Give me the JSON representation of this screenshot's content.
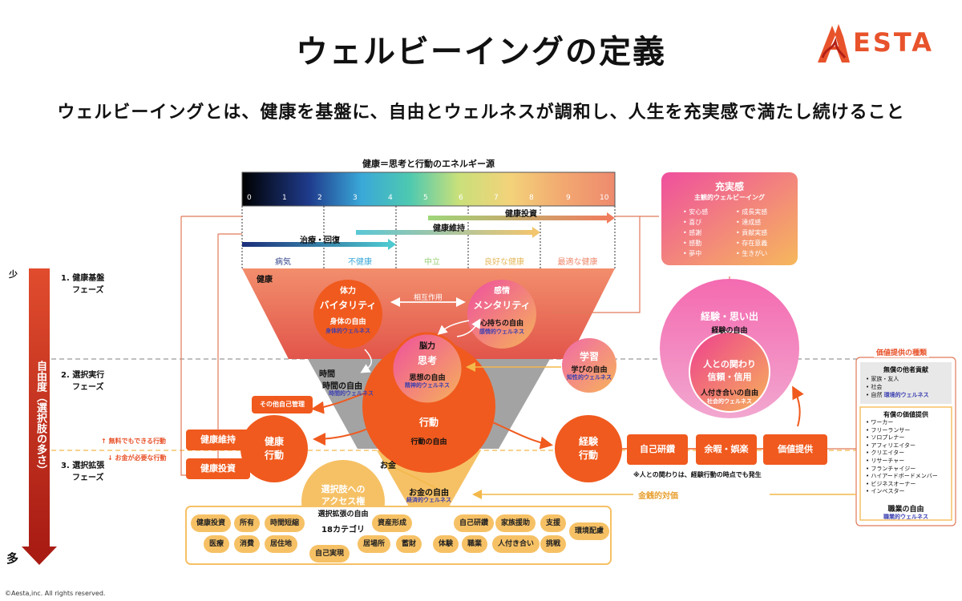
{
  "header": {
    "title": "ウェルビーイングの定義",
    "logo_text": "ESTA",
    "subtitle": "ウェルビーイングとは、健康を基盤に、自由とウェルネスが調和し、人生を充実感で満たし続けること"
  },
  "colors": {
    "accent": "#e8532b",
    "deep_red": "#b32017",
    "orange": "#f05a1e",
    "yellow": "#f6c165",
    "pink": "#ec4f9a",
    "purple": "#7b4fb0"
  },
  "scale": {
    "title": "健康＝思考と行動のエネルギー源",
    "ticks": [
      "0",
      "1",
      "2",
      "3",
      "4",
      "5",
      "6",
      "7",
      "8",
      "9",
      "10"
    ],
    "arrows": {
      "treatment": "治療・回復",
      "maintain": "健康維持",
      "invest": "健康投資"
    },
    "categories": [
      "病気",
      "不健康",
      "中立",
      "良好な健康",
      "最適な健康"
    ]
  },
  "left_axis": {
    "top": "少",
    "bottom": "多",
    "label": "自由度（選択肢の多さ）",
    "phases": [
      {
        "num": "1. 健康基盤",
        "sub": "フェーズ"
      },
      {
        "num": "2. 選択実行",
        "sub": "フェーズ"
      },
      {
        "num": "3. 選択拡張",
        "sub": "フェーズ"
      }
    ]
  },
  "funnel": {
    "health_label": "健康",
    "time_label": "時間",
    "time_free": "時間の自由",
    "time_wellness": "時間的ウェルネス",
    "money_label": "お金",
    "money_free": "お金の自由",
    "money_wellness": "経済的ウェルネス"
  },
  "circles": {
    "vitality": {
      "title": "体力",
      "name": "バイタリティ",
      "free": "身体の自由",
      "wellness": "身体的ウェルネス"
    },
    "mentality": {
      "title": "感情",
      "name": "メンタリティ",
      "free": "心持ちの自由",
      "wellness": "感情的ウェルネス"
    },
    "mutual": "相互作用",
    "brain": {
      "title": "脳力",
      "name": "思考",
      "free": "思想の自由",
      "wellness": "精神的ウェルネス"
    },
    "action": {
      "name": "行動",
      "free": "行動の自由"
    },
    "learning": {
      "name": "学習",
      "free": "学びの自由",
      "wellness": "知性的ウェルネス"
    },
    "health_action": "健康\n行動",
    "experience_action": "経験\n行動",
    "memory": {
      "name": "経験・思い出",
      "free": "経験の自由"
    },
    "relation": {
      "line1": "人との関わり",
      "line2": "信頼・信用",
      "free": "人付き合いの自由",
      "wellness": "社会的ウェルネス"
    },
    "access": {
      "line1": "選択肢への",
      "line2": "アクセス権",
      "free": "選択拡張の自由",
      "count": "18カテゴリ"
    }
  },
  "fulfillment": {
    "title": "充実感",
    "subtitle": "主観的ウェルビーイング",
    "left": [
      "安心感",
      "喜び",
      "感謝",
      "感動",
      "夢中"
    ],
    "right": [
      "成長実感",
      "達成感",
      "貢献実感",
      "存在意義",
      "生きがい"
    ]
  },
  "side_actions": {
    "other_mgmt": "その他自己管理",
    "maintain": "健康維持",
    "invest": "健康投資",
    "free_note": "↑ 無料でもできる行動",
    "paid_note": "↓ お金が必要な行動"
  },
  "experience_boxes": [
    "自己研鑽",
    "余暇・娯楽",
    "価値提供"
  ],
  "note": "※人との関わりは、経験行動の時点でも発生",
  "money_flow": "金銭的対価",
  "value_panel": {
    "title": "価値提供の種類",
    "unpaid_title": "無償の他者貢献",
    "unpaid_items": [
      "家族・友人",
      "社会",
      "自然"
    ],
    "unpaid_wellness": "環境的ウェルネス",
    "paid_title": "有償の価値提供",
    "paid_items": [
      "ワーカー",
      "フリーランサー",
      "ソロプレナー",
      "アフィリエイター",
      "クリエイター",
      "リサーチャー",
      "フランチャイジー",
      "ハイアードボードメンバー",
      "ビジネスオーナー",
      "インベスター"
    ],
    "career_free": "職業の自由",
    "career_wellness": "職業的ウェルネス"
  },
  "categories": {
    "row1": [
      "健康投資",
      "所有",
      "時間短縮",
      "資産形成",
      "自己研鑽",
      "家族援助",
      "支援",
      "環境配慮"
    ],
    "row2": [
      "医療",
      "消費",
      "居住地",
      "居場所",
      "蓄財",
      "体験",
      "職業",
      "人付き合い",
      "挑戦"
    ],
    "row3": [
      "自己実現"
    ]
  },
  "footer": "©Aesta,inc. All rights reserved."
}
